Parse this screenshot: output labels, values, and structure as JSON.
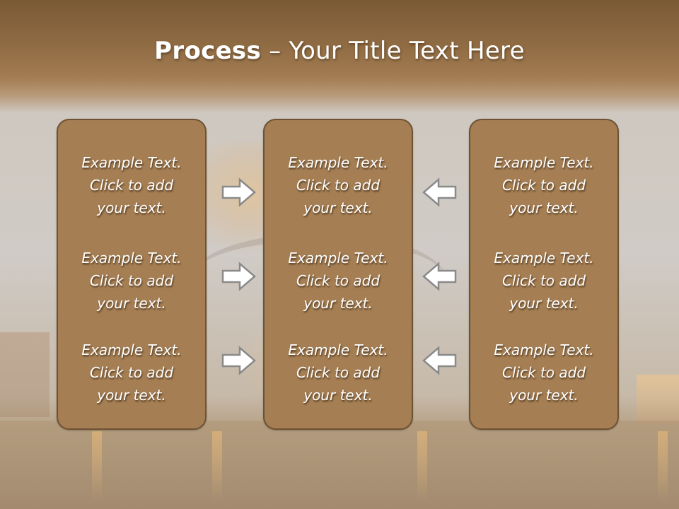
{
  "title": {
    "bold": "Process",
    "rest": " – Your Title Text Here"
  },
  "columns": [
    {
      "items": [
        "Example Text.\nClick  to add\nyour text.",
        "Example Text.\nClick  to add\nyour text.",
        "Example Text.\nClick  to add\nyour text."
      ]
    },
    {
      "items": [
        "Example Text.\nClick  to add\nyour text.",
        "Example Text.\nClick  to add\nyour text.",
        "Example Text.\nClick  to add\nyour text."
      ]
    },
    {
      "items": [
        "Example Text.\nClick  to add\nyour text.",
        "Example Text.\nClick  to add\nyour text.",
        "Example Text.\nClick  to add\nyour text."
      ]
    }
  ],
  "arrows": {
    "left_to_middle": [
      "right-arrow-icon",
      "right-arrow-icon",
      "right-arrow-icon"
    ],
    "right_to_middle": [
      "left-arrow-icon",
      "left-arrow-icon",
      "left-arrow-icon"
    ]
  },
  "colors": {
    "box_fill": "#a57e53",
    "box_border": "#6e5234",
    "title_band": "#8e6a42",
    "text": "#ffffff",
    "arrow_fill": "#ffffff",
    "arrow_stroke": "#8a8a8a"
  }
}
